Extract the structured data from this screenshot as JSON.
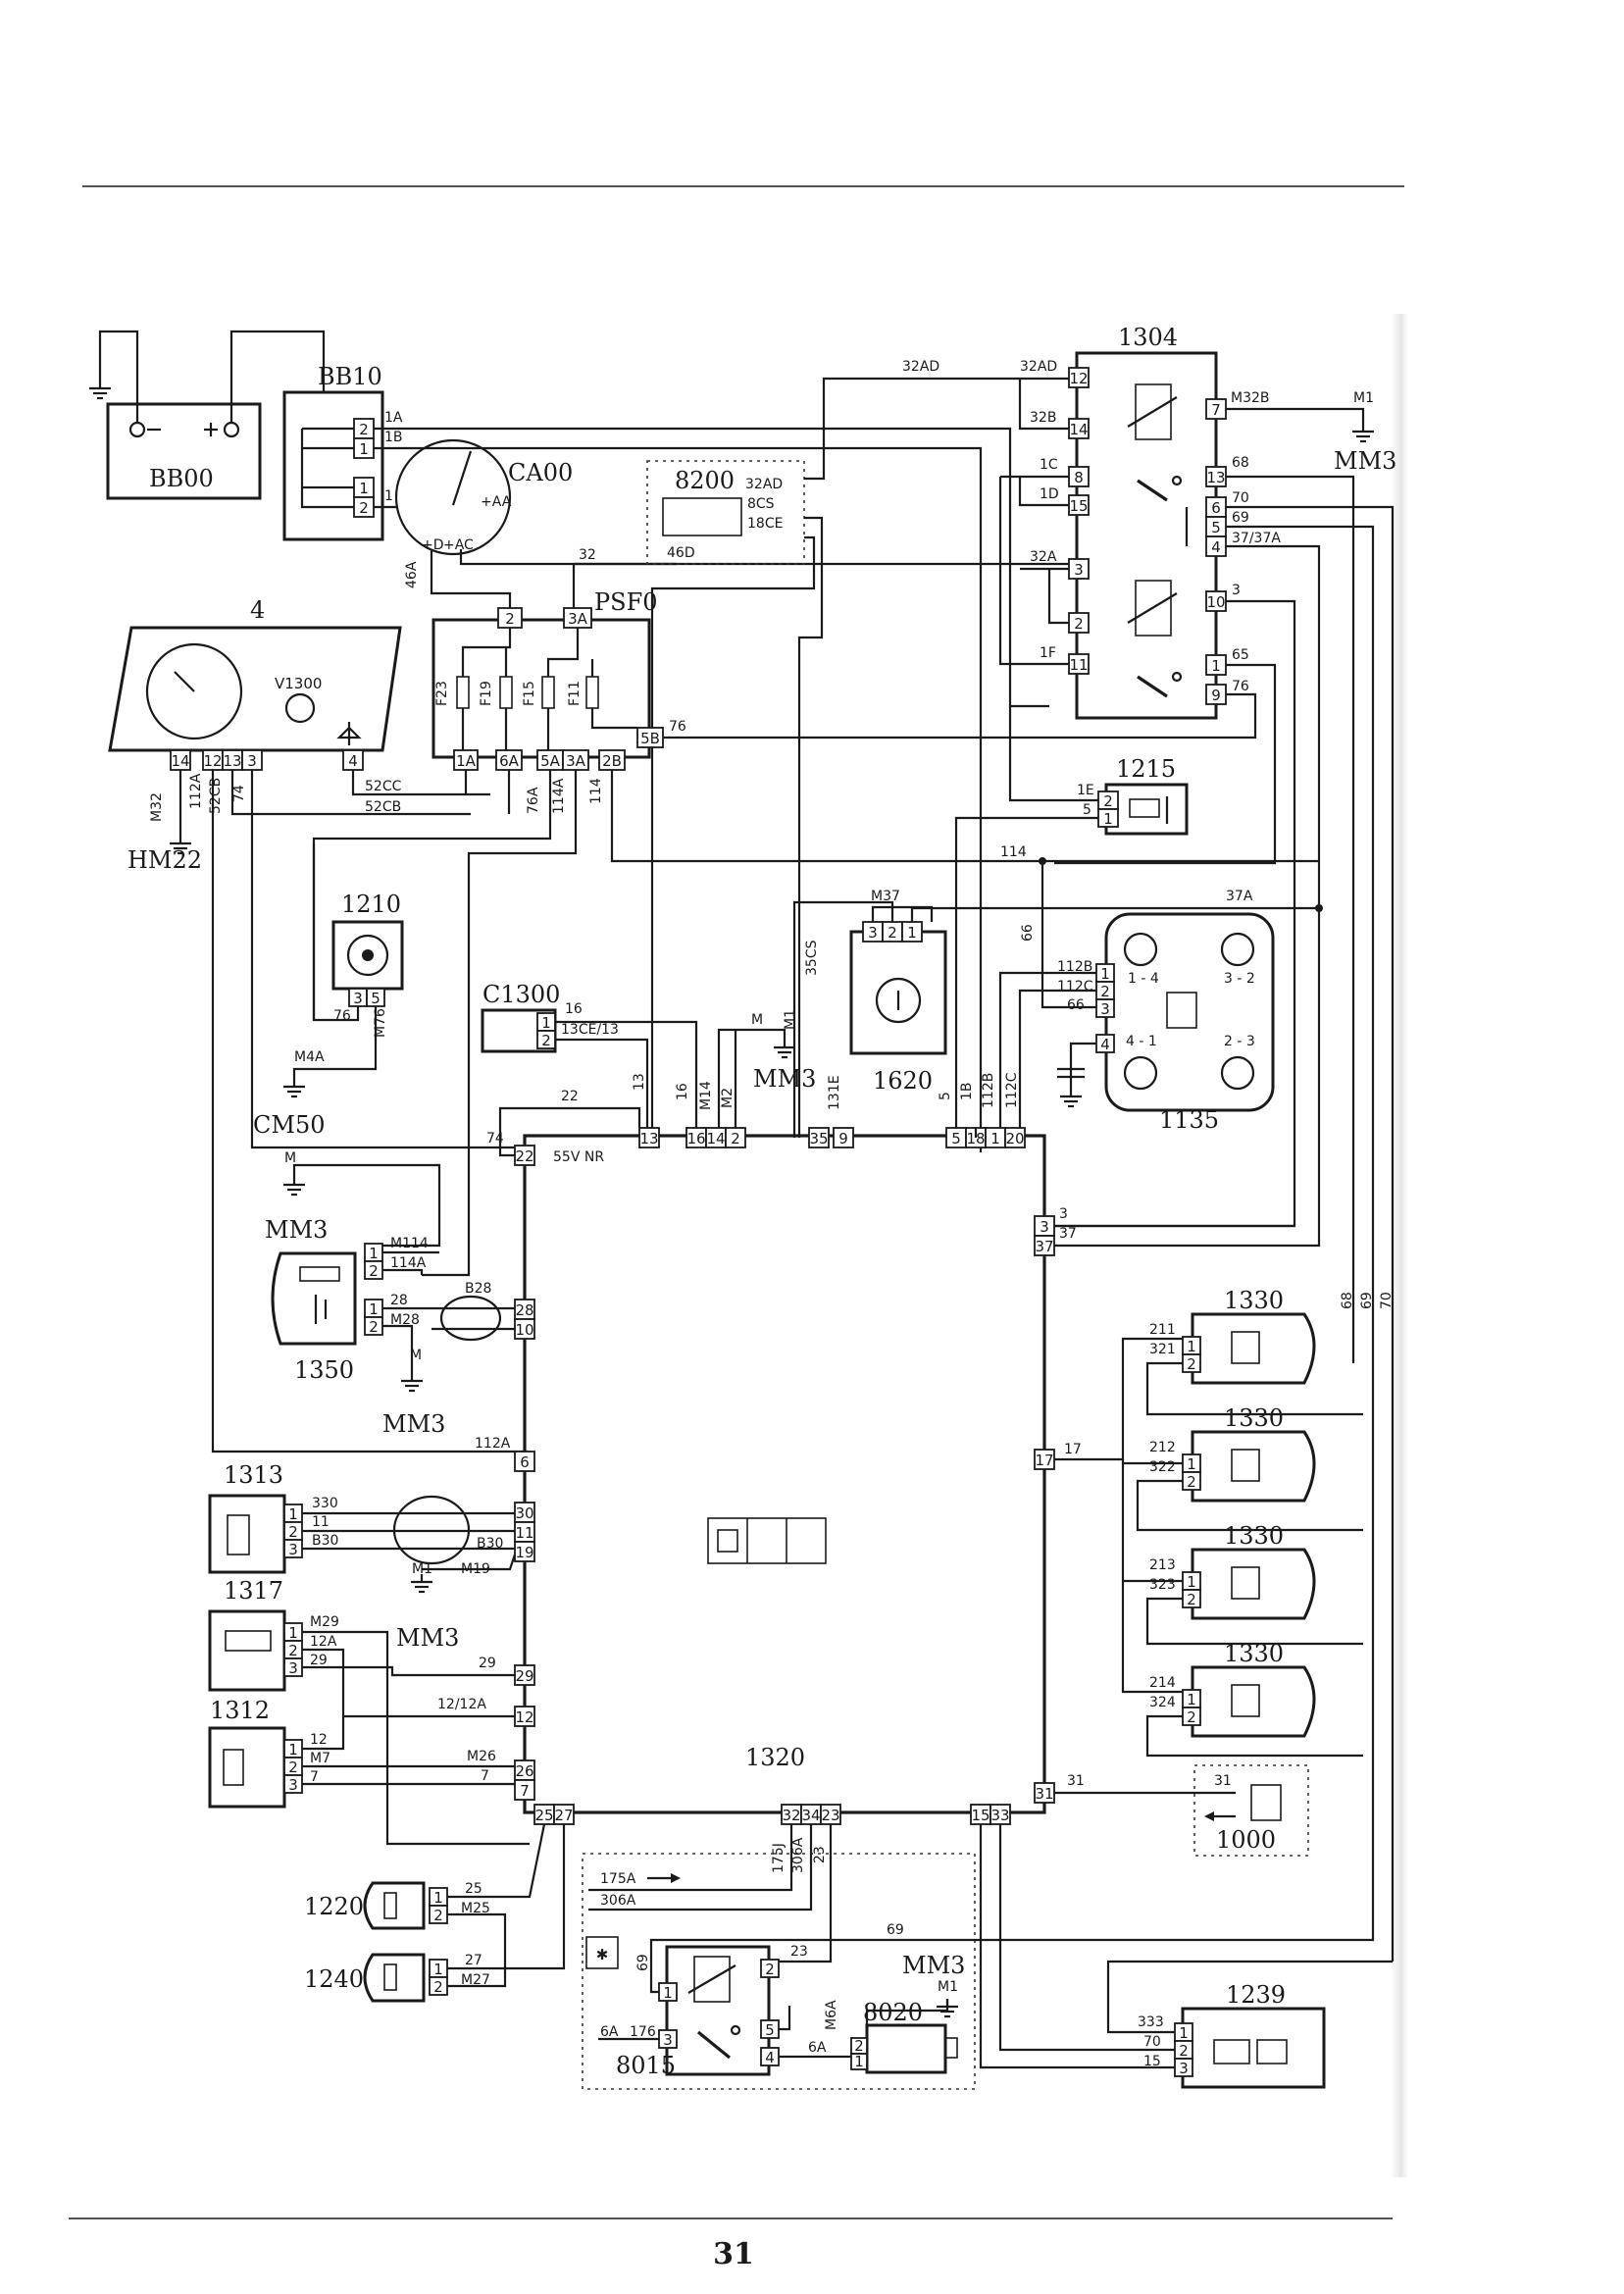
{
  "page_number": "31",
  "components": {
    "bb10": "BB10",
    "bb00": "BB00",
    "ca00": "CA00",
    "c8200": "8200",
    "c1304": "1304",
    "c4": "4",
    "v1300": "V1300",
    "psf0": "PSF0",
    "hm22": "HM22",
    "c1215": "1215",
    "c1210": "1210",
    "c1620": "1620",
    "c1135": "1135",
    "c1300": "C1300",
    "cm50": "CM50",
    "mm3": "MM3",
    "c1350": "1350",
    "c1313": "1313",
    "c1317": "1317",
    "c1312": "1312",
    "c1320": "1320",
    "c1330": "1330",
    "c1000": "1000",
    "c1220": "1220",
    "c1240": "1240",
    "c8015": "8015",
    "c8020": "8020",
    "c1239": "1239",
    "m1": "M1",
    "m": "M",
    "v55": "55V NR",
    "b28": "B28",
    "b30": "B30"
  },
  "pins": {
    "bb10": [
      "2",
      "1",
      "1",
      "2"
    ],
    "psf0": [
      "2",
      "3A",
      "1A",
      "6A",
      "5A",
      "3A",
      "2B",
      "5B"
    ],
    "fuses": [
      "F23",
      "F19",
      "F15",
      "F11"
    ],
    "c4": [
      "14",
      "12",
      "13",
      "3",
      "4"
    ],
    "c1304_left": [
      "12",
      "14",
      "8",
      "15",
      "3",
      "2",
      "11"
    ],
    "c1304_right": [
      "7",
      "13",
      "6",
      "5",
      "4",
      "10",
      "1",
      "9"
    ],
    "c1215": [
      "2",
      "1"
    ],
    "c1210": [
      "3",
      "5"
    ],
    "c1620": [
      "3",
      "2",
      "1"
    ],
    "c1135": [
      "1",
      "2",
      "3",
      "4"
    ],
    "c1135_cells": [
      "1 - 4",
      "3 - 2",
      "4 - 1",
      "2 - 3"
    ],
    "c1300": [
      "1",
      "2"
    ],
    "ecu_top": [
      "13",
      "16",
      "14",
      "2",
      "35",
      "9",
      "5",
      "18",
      "1",
      "20"
    ],
    "ecu_left": [
      "22",
      "28",
      "10",
      "6",
      "30",
      "11",
      "19",
      "29",
      "12",
      "26",
      "7"
    ],
    "ecu_right": [
      "3",
      "37",
      "17",
      "31"
    ],
    "ecu_bottom": [
      "25",
      "27",
      "32",
      "34",
      "23",
      "15",
      "33"
    ],
    "c1350_top": [
      "1",
      "2"
    ],
    "c1350_bot": [
      "1",
      "2"
    ],
    "c1313": [
      "1",
      "2",
      "3"
    ],
    "c1317": [
      "1",
      "2",
      "3"
    ],
    "c1312": [
      "1",
      "2",
      "3"
    ],
    "c1330": [
      "1",
      "2"
    ],
    "c1220": [
      "1",
      "2"
    ],
    "c1240": [
      "1",
      "2"
    ],
    "c8015": [
      "1",
      "2",
      "3",
      "5",
      "4"
    ],
    "c8020": [
      "2",
      "1"
    ],
    "c1239": [
      "1",
      "2",
      "3"
    ]
  },
  "wires": {
    "w1A": "1A",
    "w1B": "1B",
    "w1": "1",
    "w46A": "46A",
    "w46D": "46D",
    "w32": "32",
    "w32AD_a": "32AD",
    "w32AD_b": "32AD",
    "w32AD_c": "32AD",
    "w8CS": "8CS",
    "w18CE": "18CE",
    "w32B": "32B",
    "w1C": "1C",
    "w1D": "1D",
    "w32A": "32A",
    "w1F": "1F",
    "wM32B": "M32B",
    "w68": "68",
    "w70": "70",
    "w69": "69",
    "w37_37A": "37/37A",
    "w3": "3",
    "w65": "65",
    "w76": "76",
    "w1E": "1E",
    "w5": "5",
    "w114": "114",
    "w37A": "37A",
    "wM37": "M37",
    "w66": "66",
    "w112B": "112B",
    "w112C": "112C",
    "w35CS": "35CS",
    "wM1": "M1",
    "wM": "M",
    "w52CC": "52CC",
    "w52CB": "52CB",
    "wM32": "M32",
    "w112A": "112A",
    "w74": "74",
    "w76A": "76A",
    "w114A": "114A",
    "wM76": "M76",
    "wM4A": "M4A",
    "w16": "16",
    "w13CE_13": "13CE/13",
    "w22": "22",
    "w13": "13",
    "wM14": "M14",
    "wM2": "M2",
    "w131E": "131E",
    "w1B_v": "1B",
    "w112B_v": "112B",
    "w112C_v": "112C",
    "wM114": "M114",
    "w28": "28",
    "wM28": "M28",
    "w330": "330",
    "w11": "11",
    "w830": "B30",
    "wM19": "M19",
    "wM29": "M29",
    "w12A": "12A",
    "w29": "29",
    "w12_12A": "12/12A",
    "w12": "12",
    "wM7": "M7",
    "w7": "7",
    "wM26": "M26",
    "w211": "211",
    "w321": "321",
    "w212": "212",
    "w322": "322",
    "w213": "213",
    "w323": "323",
    "w214": "214",
    "w324": "324",
    "w17": "17",
    "w31": "31",
    "w25": "25",
    "wM25": "M25",
    "w27": "27",
    "wM27": "M27",
    "w175A": "175A",
    "w306A": "306A",
    "w175J": "175J",
    "w306A_v": "306A",
    "w23": "23",
    "w6A": "6A",
    "w176": "176",
    "wM6A": "M6A",
    "w333": "333",
    "w15": "15",
    "w3_v": "3",
    "w37_v": "37",
    "w68_v": "68",
    "w69_v": "69",
    "w70_v": "70"
  },
  "colors": {
    "ink": "#1a1a1a",
    "paper": "#ffffff"
  }
}
